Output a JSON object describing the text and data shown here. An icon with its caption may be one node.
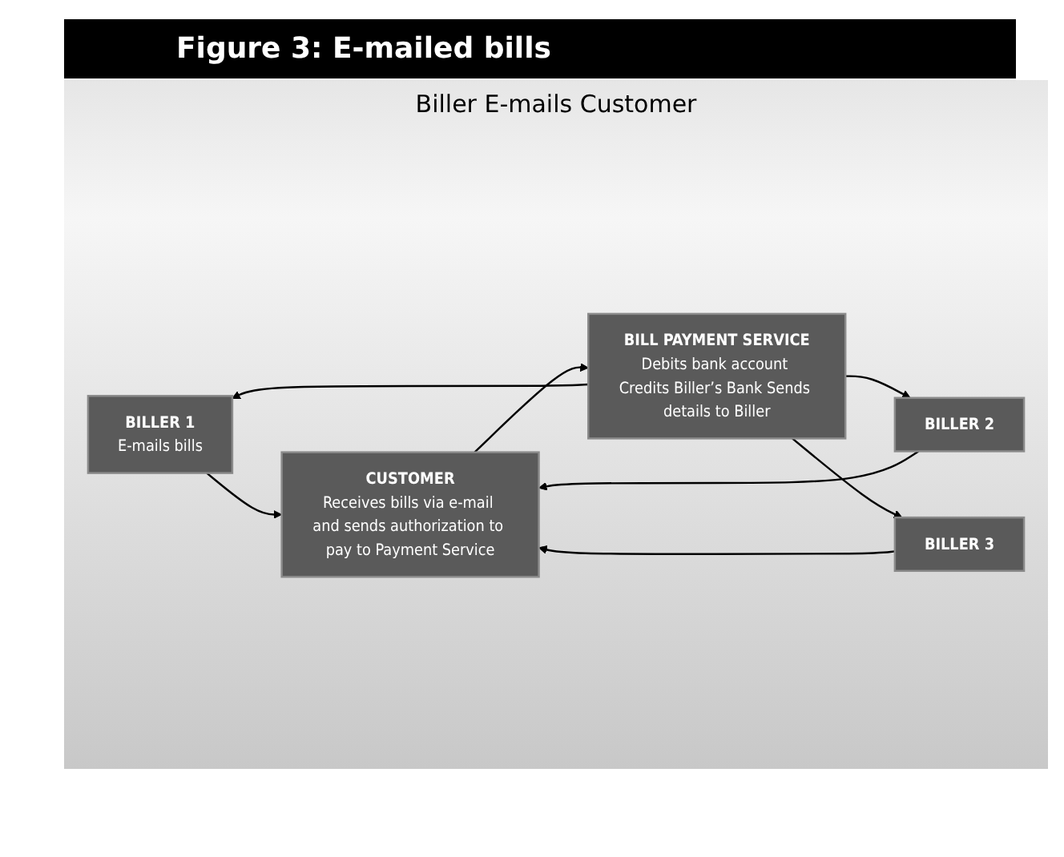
{
  "diagram": {
    "title": "Figure 3: E-mailed bills",
    "nodes": [
      {
        "text": [
          "BILLER 1",
          "E-mails bills"
        ]
      },
      {
        "text": [
          "BILLER 2"
        ]
      },
      {
        "text": [
          "BILLER 3"
        ]
      },
      {
        "text": [
          "CUSTOMER",
          "Receives bills via e-mail and sends authorization to pay to Payment Service"
        ]
      },
      {
        "text": [
          "BILL PAYMENT SERVICE",
          "Debits bank account Credits Biller’s Bank Sends details to Biller"
        ]
      }
    ],
    "edges": [
      {
        "from": 0,
        "to": 3,
        "arrow": "to"
      },
      {
        "from": 1,
        "to": 3,
        "arrow": "to"
      },
      {
        "from": 2,
        "to": 3,
        "arrow": "to"
      },
      {
        "from": 3,
        "to": 4,
        "arrow": "to"
      },
      {
        "from": 4,
        "to": 0,
        "arrow": "to"
      },
      {
        "from": 4,
        "to": 1,
        "arrow": "to"
      },
      {
        "from": 4,
        "to": 2,
        "arrow": "to"
      }
    ],
    "labels": [
      "Biller E-mails Customer"
    ]
  }
}
